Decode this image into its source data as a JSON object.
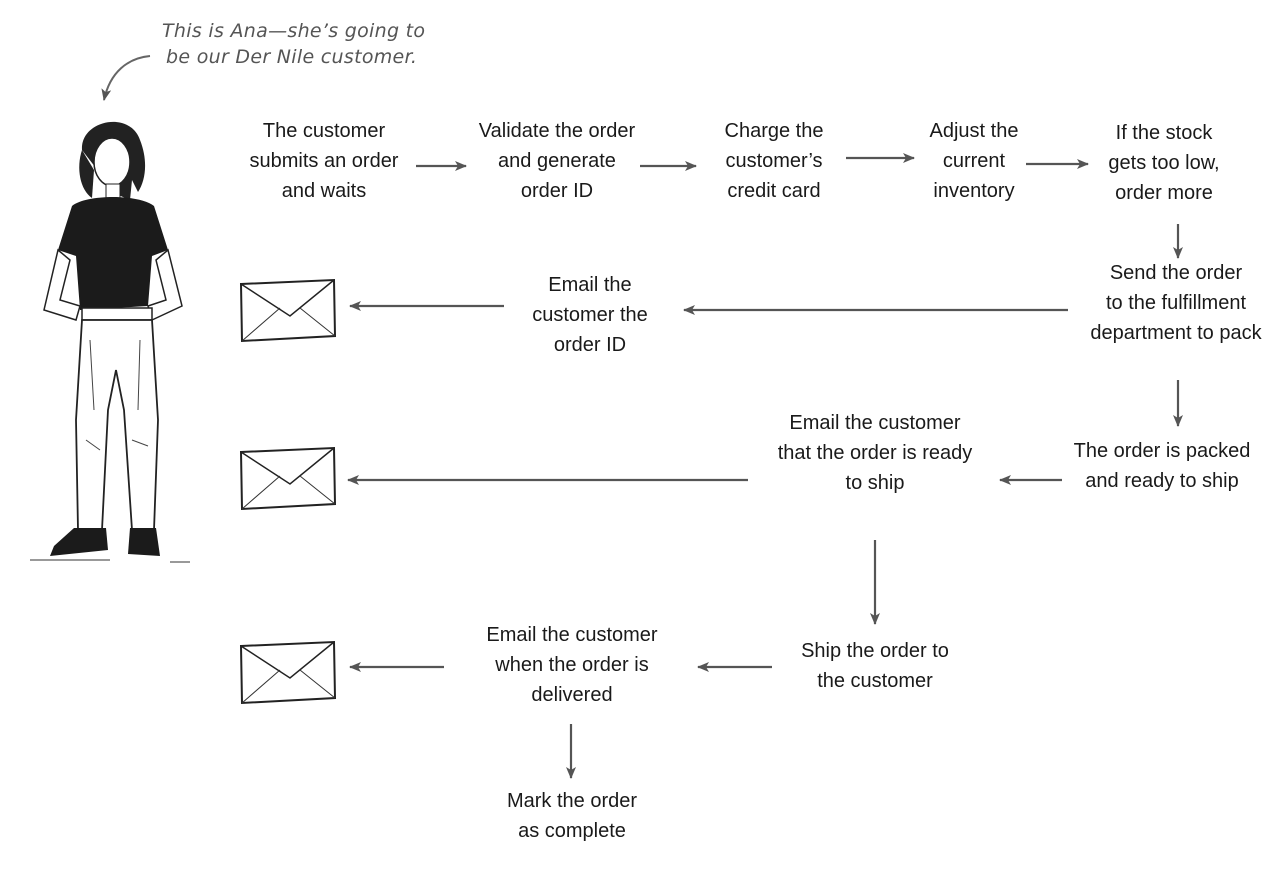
{
  "annotation": {
    "line1": "This is Ana—she’s going to",
    "line2": "be our Der Nile customer."
  },
  "steps": {
    "submit": [
      "The customer",
      "submits an order",
      "and waits"
    ],
    "validate": [
      "Validate the order",
      "and generate",
      "order ID"
    ],
    "charge": [
      "Charge the",
      "customer’s",
      "credit card"
    ],
    "adjust": [
      "Adjust the",
      "current",
      "inventory"
    ],
    "reorder": [
      "If the stock",
      "gets too low,",
      "order more"
    ],
    "fulfill": [
      "Send the order",
      "to the fulfillment",
      "department to pack"
    ],
    "email_id": [
      "Email the",
      "customer the",
      "order ID"
    ],
    "packed": [
      "The order is packed",
      "and ready to ship"
    ],
    "email_ready": [
      "Email the customer",
      "that the order is ready",
      "to ship"
    ],
    "ship": [
      "Ship the order to",
      "the customer"
    ],
    "email_delivered": [
      "Email the customer",
      "when the order is",
      "delivered"
    ],
    "complete": [
      "Mark the order",
      "as complete"
    ]
  },
  "icons": {
    "envelope": "envelope-icon",
    "customer": "customer-illustration"
  },
  "colors": {
    "arrow": "#555555",
    "text": "#1a1a1a"
  }
}
